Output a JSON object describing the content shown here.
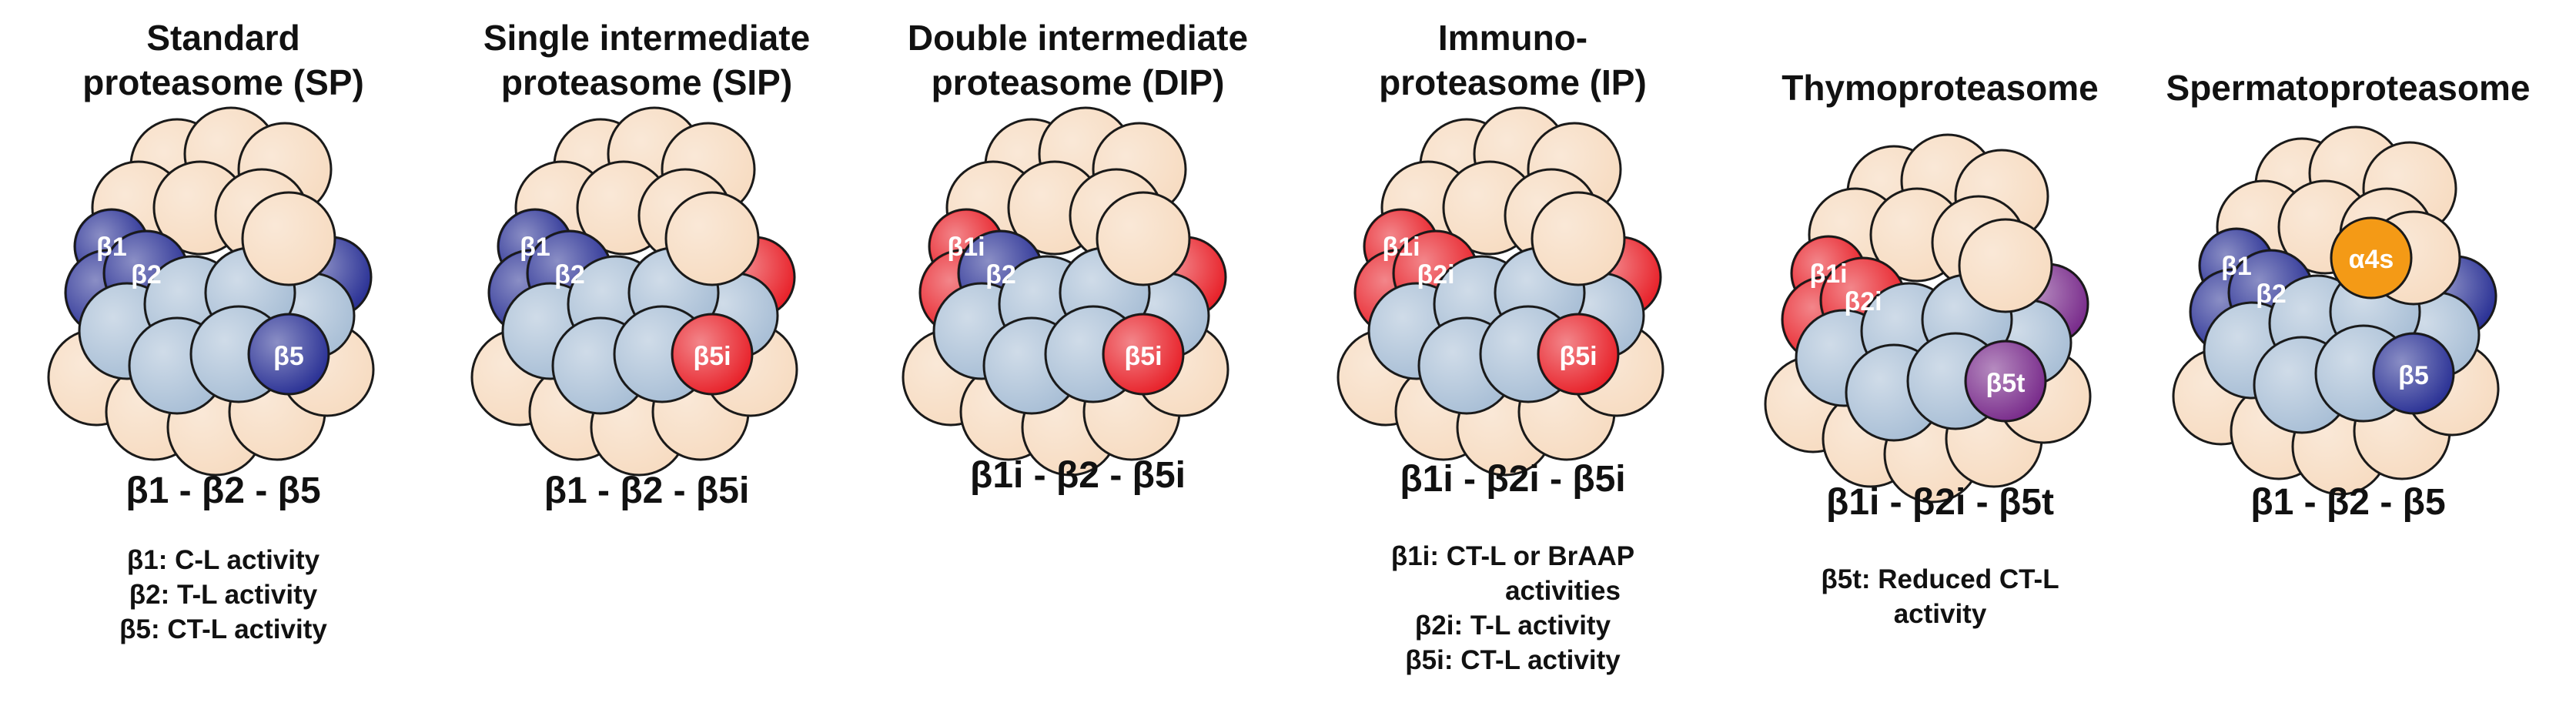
{
  "colors": {
    "alpha": "#f7dcc2",
    "beta_standard": "#2c3396",
    "beta_neutral": "#a9bfd6",
    "beta_immuno": "#e8232b",
    "beta5t": "#7a2d8c",
    "alpha4s": "#f49a16",
    "outline": "#1a1a1a"
  },
  "panels": [
    {
      "title_lines": [
        "Standard",
        "proteasome (SP)"
      ],
      "formula": "β1 - β2 - β5",
      "notes": [
        "β1: C-L activity",
        "β2: T-L activity",
        "β5: CT-L activity"
      ],
      "subunits": {
        "b1": "β1",
        "b2": "β2",
        "b5": "β5"
      },
      "subunit_colors": {
        "b1": "beta_standard",
        "b2": "beta_standard",
        "b5": "beta_standard"
      }
    },
    {
      "title_lines": [
        "Single intermediate",
        "proteasome (SIP)"
      ],
      "formula": "β1 - β2 - β5i",
      "notes": [],
      "subunits": {
        "b1": "β1",
        "b2": "β2",
        "b5": "β5i"
      },
      "subunit_colors": {
        "b1": "beta_standard",
        "b2": "beta_standard",
        "b5": "beta_immuno"
      }
    },
    {
      "title_lines": [
        "Double intermediate",
        "proteasome (DIP)"
      ],
      "formula": "β1i - β2 - β5i",
      "notes": [],
      "subunits": {
        "b1": "β1i",
        "b2": "β2",
        "b5": "β5i"
      },
      "subunit_colors": {
        "b1": "beta_immuno",
        "b2": "beta_standard",
        "b5": "beta_immuno"
      }
    },
    {
      "title_lines": [
        "Immuno-",
        "proteasome (IP)"
      ],
      "formula": "β1i - β2i - β5i",
      "notes": [
        "β1i: CT-L or BrAAP",
        "activities",
        "β2i: T-L activity",
        "β5i: CT-L activity"
      ],
      "subunits": {
        "b1": "β1i",
        "b2": "β2i",
        "b5": "β5i"
      },
      "subunit_colors": {
        "b1": "beta_immuno",
        "b2": "beta_immuno",
        "b5": "beta_immuno"
      }
    },
    {
      "title_lines": [
        "Thymoproteasome"
      ],
      "formula": "β1i - β2i - β5t",
      "notes": [
        "β5t: Reduced CT-L",
        "activity"
      ],
      "subunits": {
        "b1": "β1i",
        "b2": "β2i",
        "b5": "β5t"
      },
      "subunit_colors": {
        "b1": "beta_immuno",
        "b2": "beta_immuno",
        "b5": "beta5t"
      }
    },
    {
      "title_lines": [
        "Spermatoproteasome"
      ],
      "formula": "β1 - β2 - β5",
      "notes": [],
      "subunits": {
        "b1": "β1",
        "b2": "β2",
        "b5": "β5",
        "a4s": "α4s"
      },
      "subunit_colors": {
        "b1": "beta_standard",
        "b2": "beta_standard",
        "b5": "beta_standard",
        "a4s": "alpha4s"
      }
    }
  ]
}
